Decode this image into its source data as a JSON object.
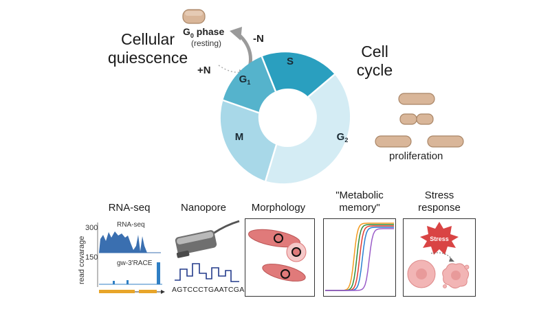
{
  "top": {
    "quiescence_label_1": "Cellular",
    "quiescence_label_2": "quiescence",
    "g0_prefix": "G",
    "g0_sub": "0",
    "g0_suffix": " phase",
    "g0_resting": "(resting)",
    "minus_n": "-N",
    "plus_n": "+N",
    "cycle_label_1": "Cell",
    "cycle_label_2": "cycle",
    "phase_s": "S",
    "phase_g1": "G",
    "phase_g1_sub": "1",
    "phase_m": "M",
    "phase_g2": "G",
    "phase_g2_sub": "2",
    "proliferation": "proliferation"
  },
  "panels": {
    "rnaseq": {
      "title": "RNA-seq",
      "ylabel": "read covarage",
      "tick_300": "300",
      "tick_150": "150",
      "track_1": "RNA-seq",
      "track_2": "gw-3'RACE"
    },
    "nanopore": {
      "title": "Nanopore",
      "sequence": "AGTCCCTGAATCGA"
    },
    "morphology": {
      "title": "Morphology"
    },
    "metabolic": {
      "title_1": "\"Metabolic",
      "title_2": "memory\""
    },
    "stress": {
      "title_1": "Stress",
      "title_2": "response",
      "badge": "Stress"
    }
  },
  "colors": {
    "s_phase": "#2a9fbf",
    "g1_phase": "#55b3cc",
    "m_phase": "#a8d8e8",
    "g2_phase": "#d4ecf4",
    "rnaseq_blue": "#3a6fb0",
    "race_blue": "#2f7fc4",
    "gene_orange": "#e8a52a",
    "nanopore_line": "#223a8a",
    "cell_red": "#e07a7a",
    "stress_red": "#d94444"
  },
  "curves": {
    "colors": [
      "#f39a1e",
      "#2e8b3a",
      "#e23b2e",
      "#2a7fd0",
      "#9a5cc8"
    ]
  }
}
